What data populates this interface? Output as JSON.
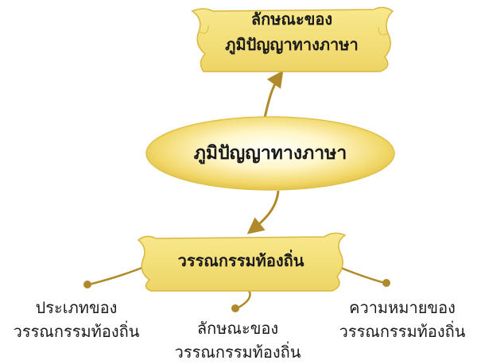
{
  "diagram": {
    "top_node": {
      "line1": "ลักษณะของ",
      "line2": "ภูมิปัญญาทางภาษา"
    },
    "center_node": {
      "label": "ภูมิปัญญาทางภาษา"
    },
    "mid_node": {
      "label": "วรรณกรรมท้องถิ่น"
    },
    "leaves": [
      {
        "line1": "ประเภทของ",
        "line2": "วรรณกรรมท้องถิ่น"
      },
      {
        "line1": "ลักษณะของ",
        "line2": "วรรณกรรมท้องถิ่น"
      },
      {
        "line1": "ความหมายของ",
        "line2": "วรรณกรรมท้องถิ่น"
      }
    ]
  },
  "colors": {
    "node_fill": "#f5e27a",
    "node_highlight": "#fff6c8",
    "node_border": "#d9b640",
    "connector": "#b08a2a"
  }
}
